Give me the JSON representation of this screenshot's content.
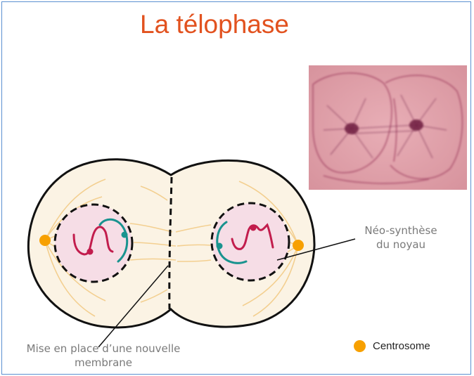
{
  "title": "La télophase",
  "labels": {
    "neo_synthese": [
      "Néo-synthèse",
      "du noyau"
    ],
    "membrane": [
      "Mise en place d’une nouvelle",
      "membrane"
    ]
  },
  "legend": {
    "label": "Centrosome",
    "color": "#f7a000"
  },
  "colors": {
    "title": "#e2521f",
    "cell_fill": "#fbf3e4",
    "nucleus_fill": "#f6dde6",
    "chromosome_red": "#c21d4d",
    "chromosome_teal": "#19938f",
    "spindle": "#f3cf90",
    "centrosome": "#f7a000"
  },
  "micrograph": {
    "description_icon": "telophase-micrograph"
  }
}
